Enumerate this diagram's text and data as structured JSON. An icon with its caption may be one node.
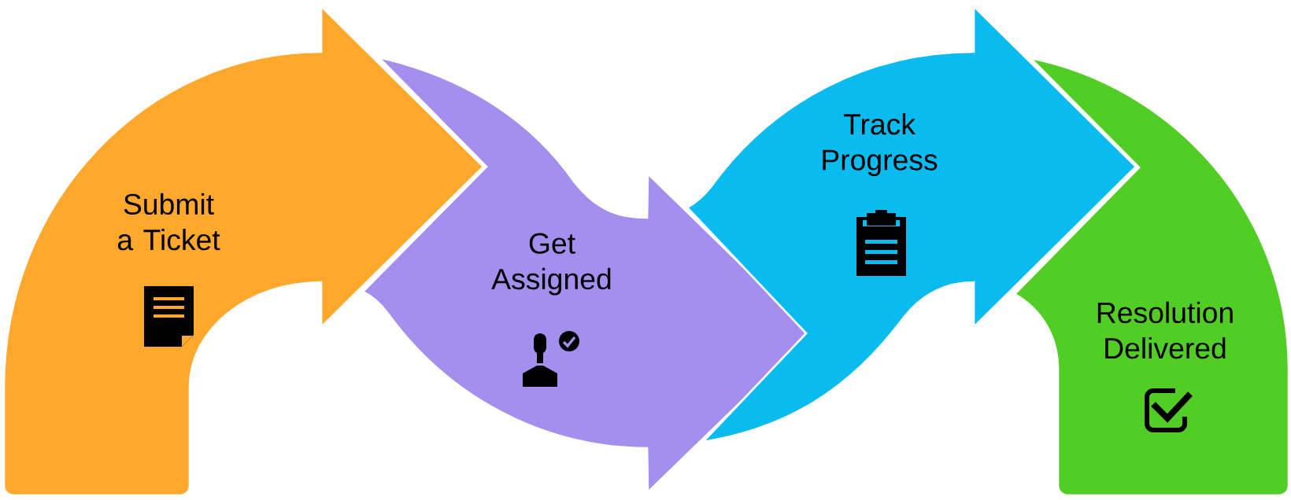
{
  "diagram": {
    "nodes": [
      {
        "text": [
          "Submit a Ticket"
        ]
      },
      {
        "text": [
          "Get Assigned"
        ]
      },
      {
        "text": [
          "Track Progress"
        ]
      },
      {
        "text": [
          "Resolution Delivered"
        ]
      }
    ]
  }
}
